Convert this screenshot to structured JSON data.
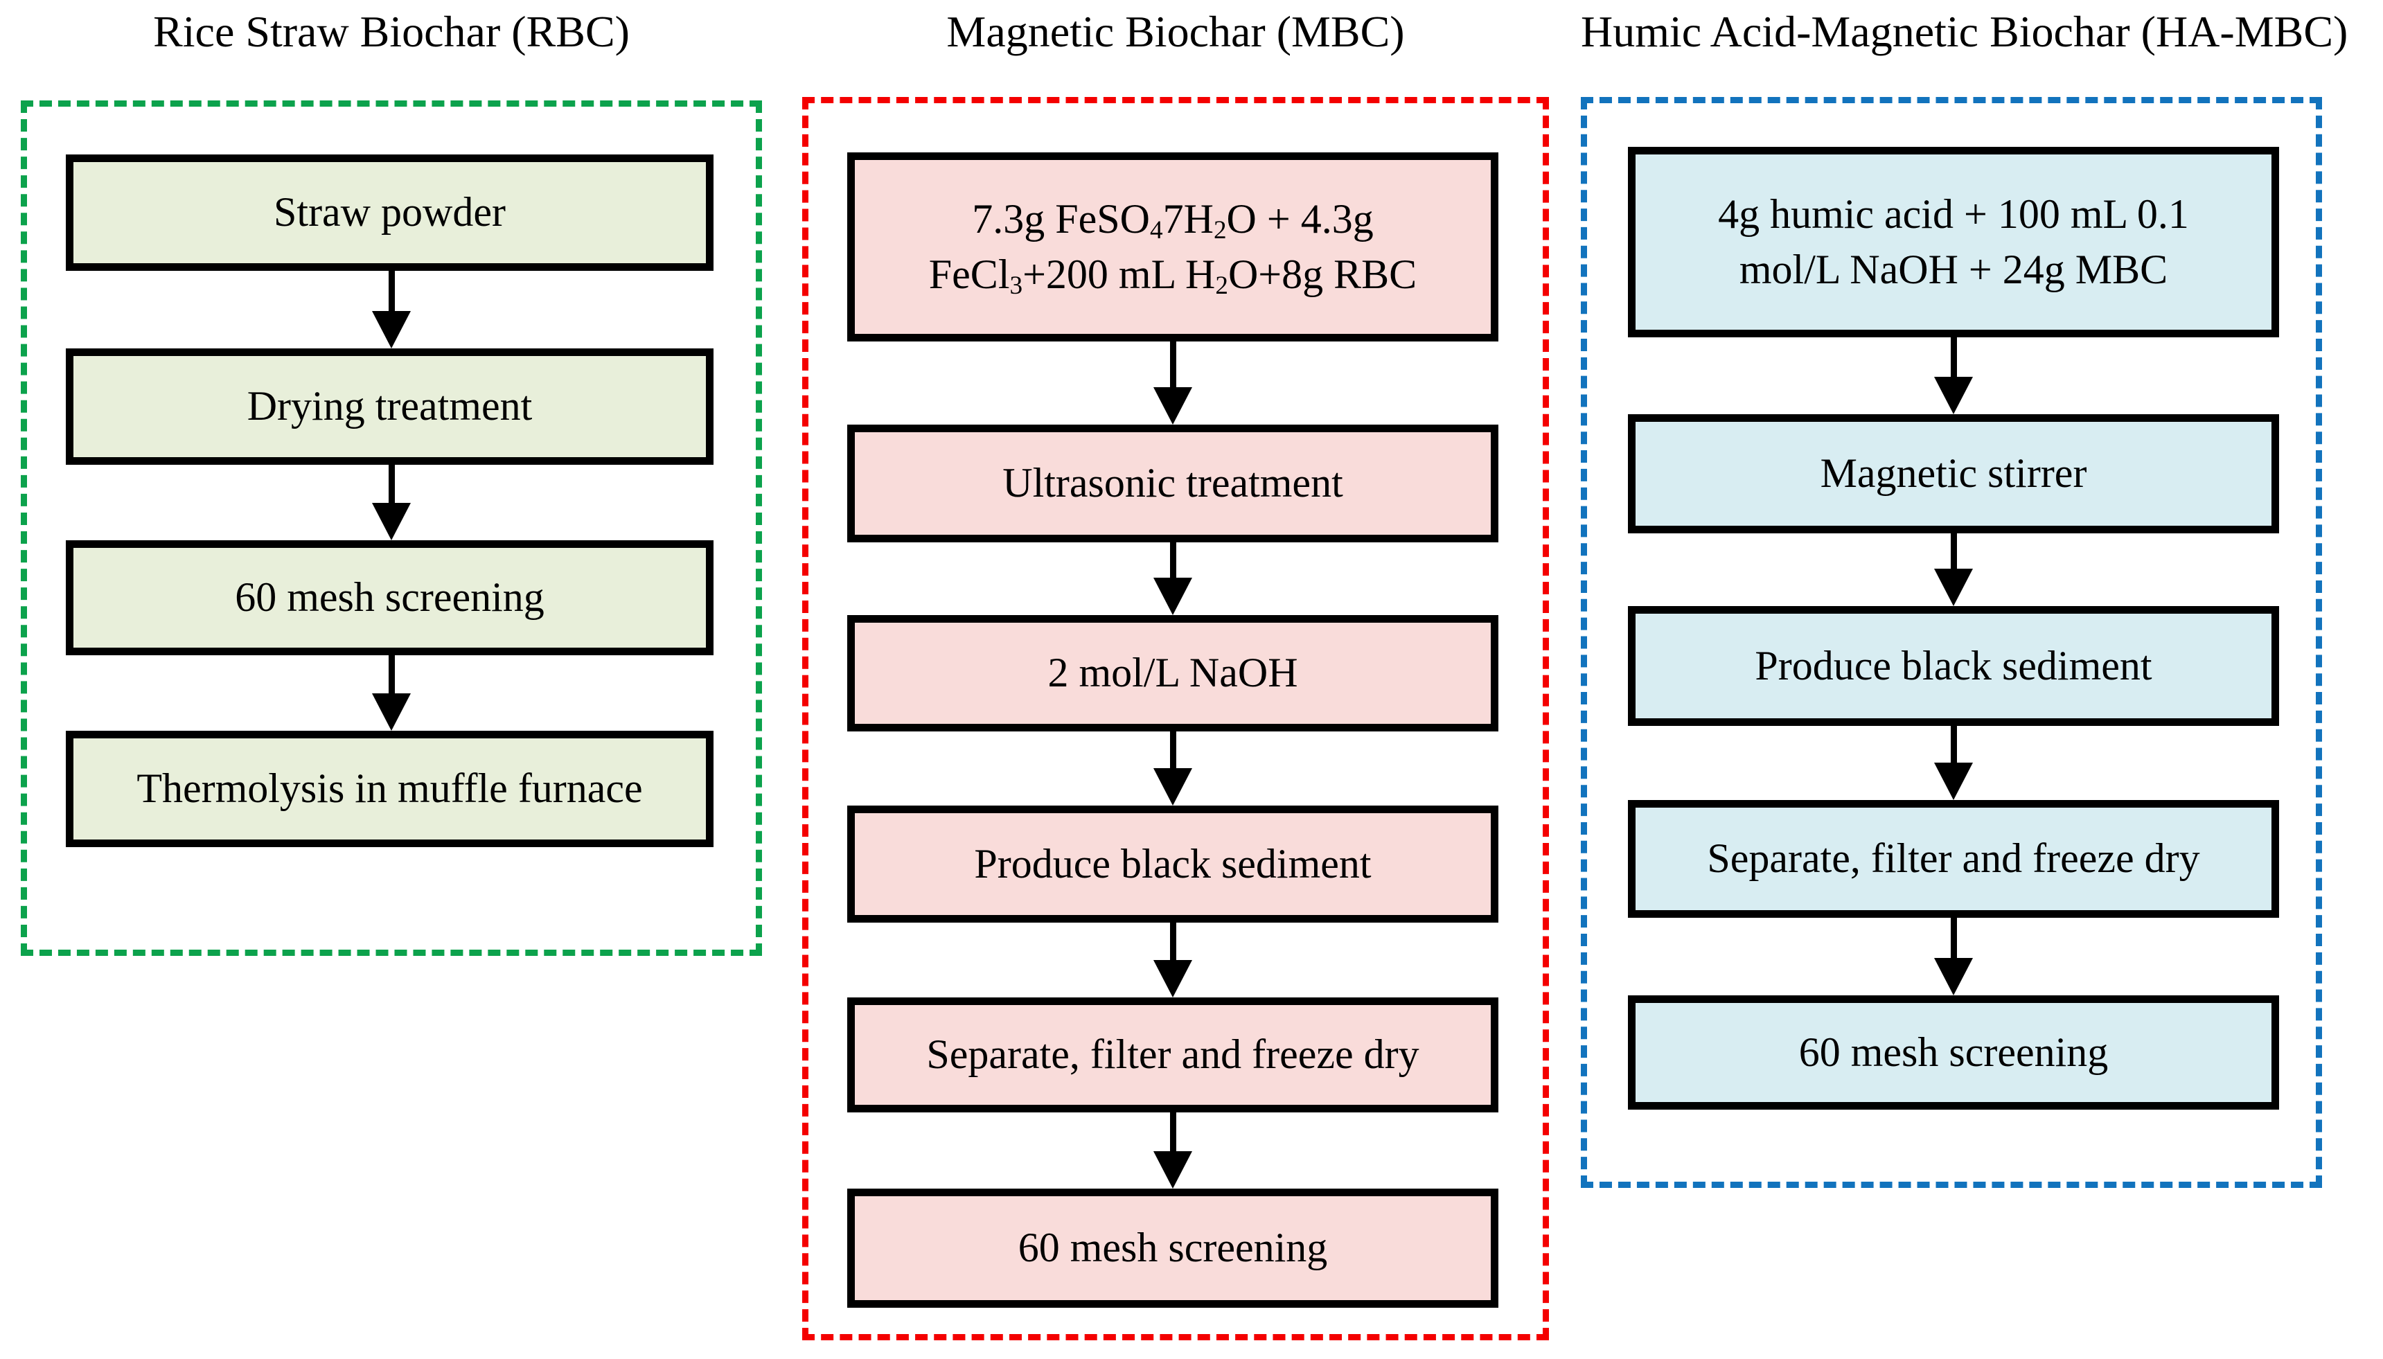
{
  "columns": [
    {
      "title": "Rice Straw Biochar (RBC)",
      "frame_color": "#0CA24C",
      "box_fill": "#E8EFDA",
      "steps": [
        {
          "lines": [
            [
              {
                "t": "Straw powder"
              }
            ]
          ]
        },
        {
          "lines": [
            [
              {
                "t": "Drying treatment"
              }
            ]
          ]
        },
        {
          "lines": [
            [
              {
                "t": "60 mesh screening"
              }
            ]
          ]
        },
        {
          "lines": [
            [
              {
                "t": "Thermolysis in muffle furnace"
              }
            ]
          ]
        }
      ]
    },
    {
      "title": "Magnetic Biochar (MBC)",
      "frame_color": "#F40000",
      "box_fill": "#F9DCDA",
      "steps": [
        {
          "lines": [
            [
              {
                "t": "7.3g FeSO"
              },
              {
                "s": "4"
              },
              {
                "t": "7H"
              },
              {
                "s": "2"
              },
              {
                "t": "O + 4.3g"
              }
            ],
            [
              {
                "t": "FeCl"
              },
              {
                "s": "3"
              },
              {
                "t": "+200 mL H"
              },
              {
                "s": "2"
              },
              {
                "t": "O+8g RBC"
              }
            ]
          ]
        },
        {
          "lines": [
            [
              {
                "t": "Ultrasonic treatment"
              }
            ]
          ]
        },
        {
          "lines": [
            [
              {
                "t": "2 mol/L NaOH"
              }
            ]
          ]
        },
        {
          "lines": [
            [
              {
                "t": "Produce black sediment"
              }
            ]
          ]
        },
        {
          "lines": [
            [
              {
                "t": "Separate, filter and freeze dry"
              }
            ]
          ]
        },
        {
          "lines": [
            [
              {
                "t": "60 mesh screening"
              }
            ]
          ]
        }
      ]
    },
    {
      "title": "Humic Acid-Magnetic Biochar (HA-MBC)",
      "frame_color": "#1273BD",
      "box_fill": "#D8EDF2",
      "steps": [
        {
          "lines": [
            [
              {
                "t": "4g humic acid +  100 mL 0.1"
              }
            ],
            [
              {
                "t": "mol/L NaOH + 24g MBC"
              }
            ]
          ]
        },
        {
          "lines": [
            [
              {
                "t": "Magnetic stirrer"
              }
            ]
          ]
        },
        {
          "lines": [
            [
              {
                "t": "Produce black sediment"
              }
            ]
          ]
        },
        {
          "lines": [
            [
              {
                "t": "Separate, filter and freeze dry"
              }
            ]
          ]
        },
        {
          "lines": [
            [
              {
                "t": "60 mesh screening"
              }
            ]
          ]
        }
      ]
    }
  ]
}
